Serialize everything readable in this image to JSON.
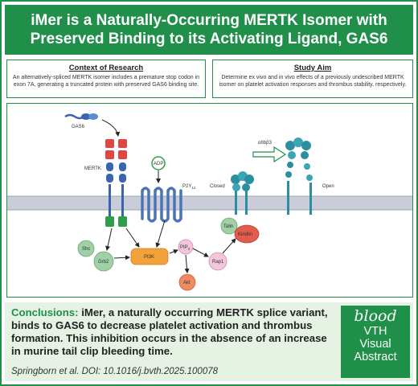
{
  "header": {
    "title": "iMer is a Naturally-Occurring MERTK Isomer with Preserved Binding to its Activating Ligand, GAS6"
  },
  "context": {
    "heading": "Context of Research",
    "text": "An alternatively-spliced MERTK isomer includes a premature stop codon in exon 7A, generating a truncated protein with preserved GAS6 binding site."
  },
  "aim": {
    "heading": "Study Aim",
    "text": "Determine ex vivo and in vivo effects of a previously undescribed MERTK isomer on platelet activation responses and thrombus stability, respectively."
  },
  "diagram": {
    "labels": {
      "gas6": "GAS6",
      "mertk": "MERTK",
      "adp": "ADP",
      "p2y12": "P2Y",
      "p2y12_sub": "12",
      "aiibb3": "αIIbβ3",
      "closed": "Closed",
      "open": "Open",
      "shc": "Shc",
      "grb2": "Grb2",
      "pi3k": "PI3K",
      "pip": "PIP",
      "pip_sub": "3",
      "akt": "Akt",
      "rap1": "Rap1",
      "talin": "Talin",
      "kindlin": "Kindlin"
    },
    "colors": {
      "membrane": "#c8cdd8",
      "mertk_red": "#e0463f",
      "mertk_blue": "#3b64b0",
      "mertk_green": "#2e9e48",
      "p2y_blue": "#4c74b8",
      "integrin_teal": "#2c8fa0",
      "pi3k_orange": "#f2a23a",
      "shc_green": "#9fd0a6",
      "pip_pink": "#f3c6dc",
      "akt_orange": "#f08a62",
      "kindlin_red": "#e25c4c"
    }
  },
  "conclusions": {
    "label": "Conclusions:",
    "text": " iMer, a naturally occurring MERTK splice variant, binds to GAS6 to decrease platelet activation and thrombus formation. This inhibition occurs in the absence of an increase in murine tail clip bleeding time."
  },
  "citation": "Springborn et al. DOI: 10.1016/j.bvth.2025.100078",
  "logo": {
    "brand": "blood",
    "line1": "VTH",
    "line2": "Visual",
    "line3": "Abstract"
  }
}
